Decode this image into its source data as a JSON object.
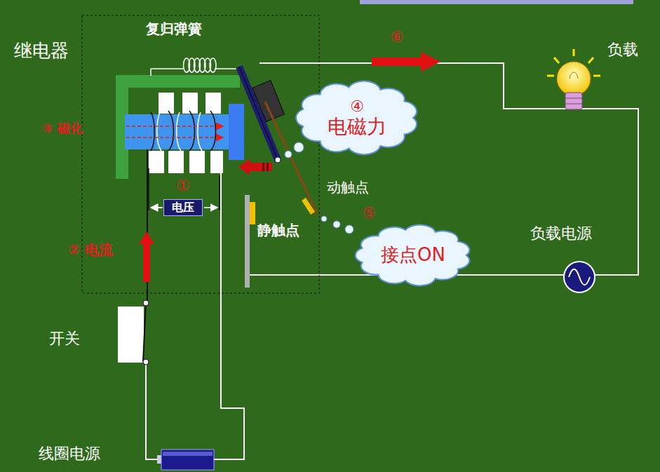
{
  "diagram": {
    "nodes": [
      {
        "text": [
          "继电器"
        ]
      },
      {
        "text": [
          "电压"
        ],
        "in": 0
      },
      {
        "text": [
          "④",
          "电磁力"
        ]
      },
      {
        "text": [
          "接点ON"
        ]
      }
    ],
    "labels": [
      "复归弹簧",
      "③ 磁化",
      "①",
      "② 电流",
      "动触点",
      "静触点",
      "⑤",
      "⑥",
      "负载",
      "负载电源",
      "开关",
      "线圈电源"
    ]
  }
}
